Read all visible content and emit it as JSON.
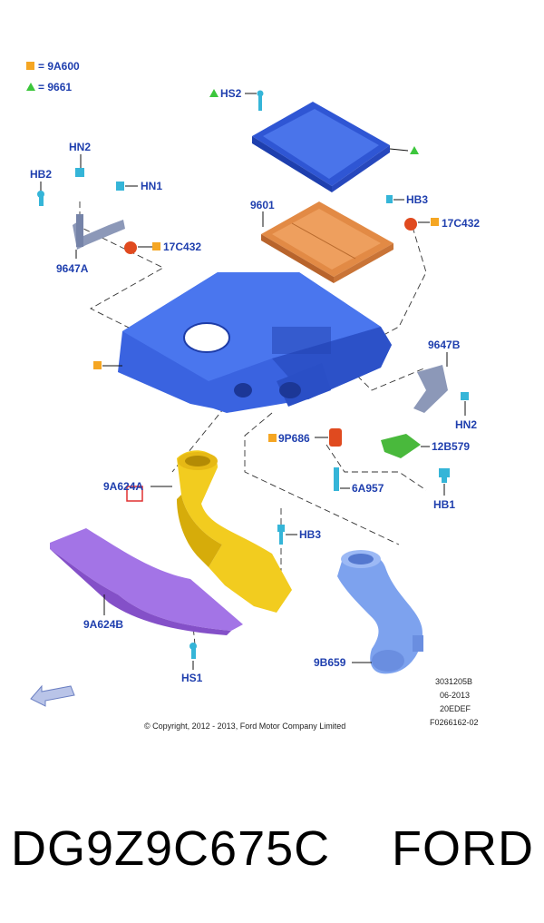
{
  "legend": {
    "square_code": "9A600",
    "triangle_code": "9661",
    "square_color": "#f5a623",
    "triangle_color": "#3cc63c"
  },
  "callouts": {
    "hs2": "HS2",
    "hn2": "HN2",
    "hb2": "HB2",
    "hn1": "HN1",
    "c17a": "17C432",
    "p9647a": "9647A",
    "p9601": "9601",
    "hb3_top": "HB3",
    "c17b": "17C432",
    "p9647b": "9647B",
    "hn2_right": "HN2",
    "p9p686": "9P686",
    "p12b579": "12B579",
    "p6a957": "6A957",
    "hb1": "HB1",
    "p9a624a": "9A624A",
    "hb3_mid": "HB3",
    "p9a624b": "9A624B",
    "p9b659": "9B659",
    "hs1": "HS1"
  },
  "info": {
    "line1": "3031205B",
    "line2": "06-2013",
    "line3": "20EDEF",
    "line4": "F0266162-02"
  },
  "copyright": "© Copyright, 2012 - 2013, Ford Motor Company Limited",
  "footer": {
    "part_number": "DG9Z9C675C",
    "brand": "FORD"
  },
  "colors": {
    "airbox_blue": "#3a63e0",
    "filter_orange": "#e0894a",
    "duct_yellow": "#f2cc1f",
    "deflector_purple": "#a374e6",
    "hose_blue": "#7da2ee",
    "bracket_grey": "#8c98b8",
    "bracket_green": "#49b93c",
    "highlight_red": "#e03030",
    "label_blue": "#1f3fae"
  }
}
